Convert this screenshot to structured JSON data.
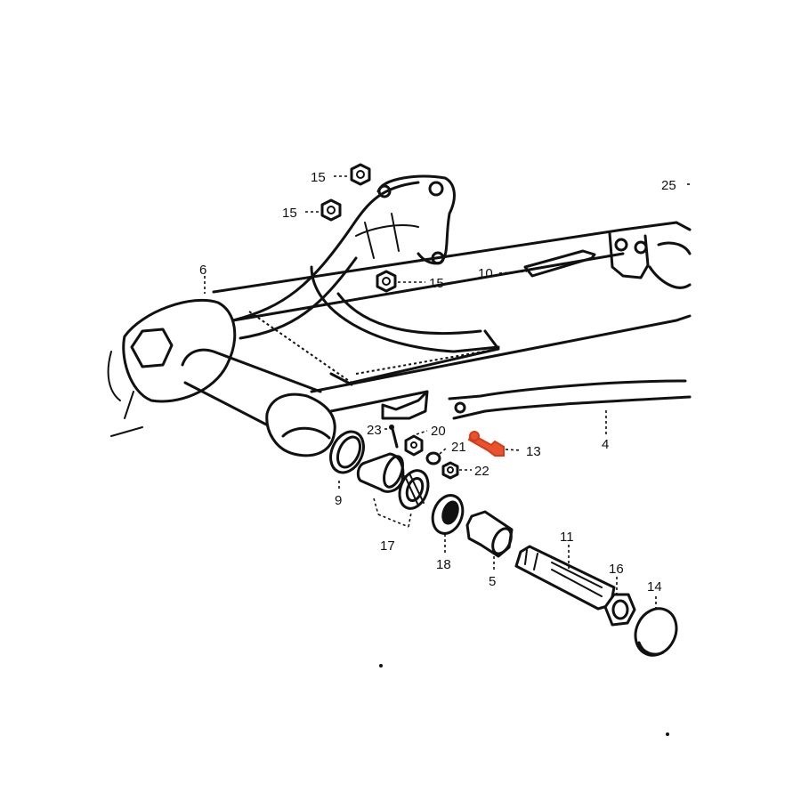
{
  "colors": {
    "ink": "#111111",
    "highlight": "#e8532e",
    "background": "#ffffff"
  },
  "highlighted_part": "13",
  "callouts": {
    "p15a": "15",
    "p15b": "15",
    "p15c": "15",
    "p25": "25",
    "p6": "6",
    "p10": "10",
    "p4": "4",
    "p23": "23",
    "p20": "20",
    "p21": "21",
    "p22": "22",
    "p13": "13",
    "p9": "9",
    "p17": "17",
    "p18": "18",
    "p5": "5",
    "p11": "11",
    "p16": "16",
    "p14": "14"
  }
}
